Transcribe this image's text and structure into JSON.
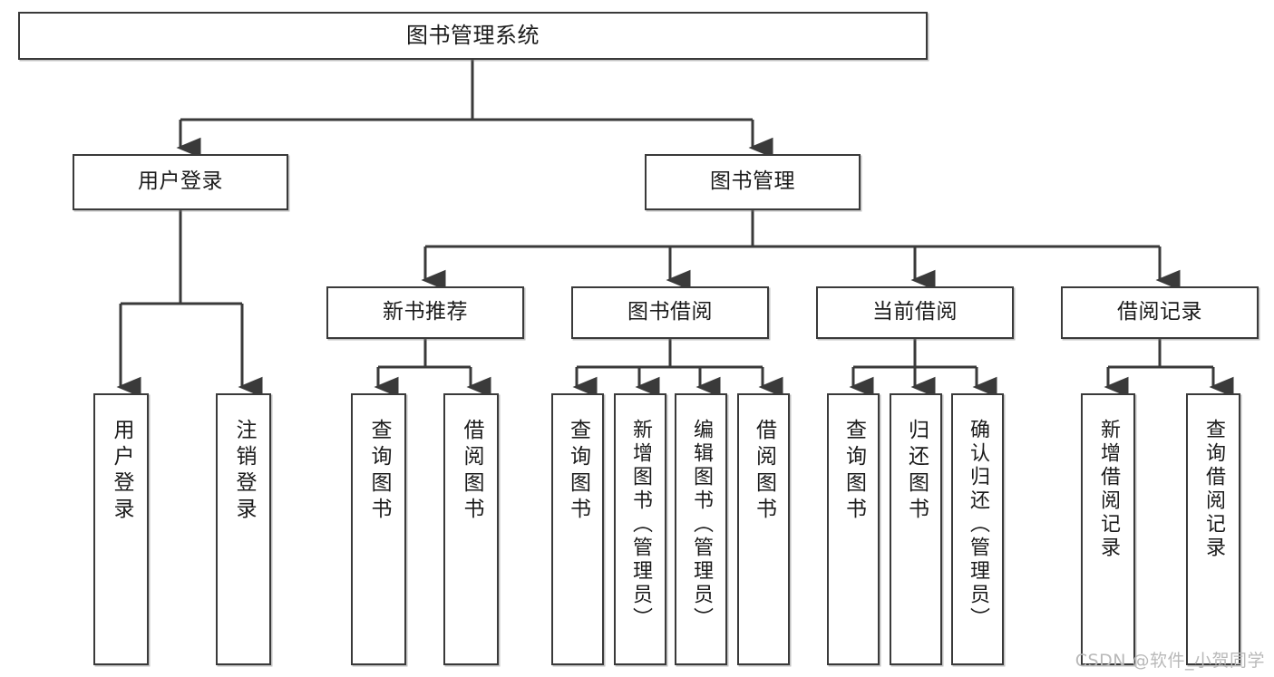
{
  "diagram": {
    "title": "图书管理系统",
    "type": "tree",
    "watermark": "CSDN @软件_小贺同学",
    "colors": {
      "node_border": "#3a3a3a",
      "node_fill": "#ffffff",
      "connector": "#3a3a3a",
      "text": "#1b1b1b",
      "watermark": "#b9b9b9"
    },
    "levels": [
      {
        "level": 1,
        "nodes": [
          {
            "id": "root",
            "label": "图书管理系统",
            "orientation": "horizontal"
          }
        ]
      },
      {
        "level": 2,
        "nodes": [
          {
            "id": "login",
            "label": "用户登录",
            "orientation": "horizontal",
            "parent": "root"
          },
          {
            "id": "bookmgmt",
            "label": "图书管理",
            "orientation": "horizontal",
            "parent": "root"
          }
        ]
      },
      {
        "level": 3,
        "nodes": [
          {
            "id": "newrec",
            "label": "新书推荐",
            "orientation": "horizontal",
            "parent": "bookmgmt"
          },
          {
            "id": "borrow",
            "label": "图书借阅",
            "orientation": "horizontal",
            "parent": "bookmgmt"
          },
          {
            "id": "current",
            "label": "当前借阅",
            "orientation": "horizontal",
            "parent": "bookmgmt"
          },
          {
            "id": "records",
            "label": "借阅记录",
            "orientation": "horizontal",
            "parent": "bookmgmt"
          }
        ]
      },
      {
        "level": 4,
        "nodes": [
          {
            "id": "leaf1",
            "label": "用户登录",
            "orientation": "vertical",
            "parent": "login"
          },
          {
            "id": "leaf2",
            "label": "注销登录",
            "orientation": "vertical",
            "parent": "login"
          },
          {
            "id": "leaf3",
            "label": "查询图书",
            "orientation": "vertical",
            "parent": "newrec"
          },
          {
            "id": "leaf4",
            "label": "借阅图书",
            "orientation": "vertical",
            "parent": "newrec"
          },
          {
            "id": "leaf5",
            "label": "查询图书",
            "orientation": "vertical",
            "parent": "borrow"
          },
          {
            "id": "leaf6",
            "label": "新增图书（管理员）",
            "orientation": "vertical",
            "parent": "borrow"
          },
          {
            "id": "leaf7",
            "label": "编辑图书（管理员）",
            "orientation": "vertical",
            "parent": "borrow"
          },
          {
            "id": "leaf8",
            "label": "借阅图书",
            "orientation": "vertical",
            "parent": "borrow"
          },
          {
            "id": "leaf9",
            "label": "查询图书",
            "orientation": "vertical",
            "parent": "current"
          },
          {
            "id": "leaf10",
            "label": "归还图书",
            "orientation": "vertical",
            "parent": "current"
          },
          {
            "id": "leaf11",
            "label": "确认归还（管理员）",
            "orientation": "vertical",
            "parent": "current"
          },
          {
            "id": "leaf12",
            "label": "新增借阅记录",
            "orientation": "vertical",
            "parent": "records"
          },
          {
            "id": "leaf13",
            "label": "查询借阅记录",
            "orientation": "vertical",
            "parent": "records"
          }
        ]
      }
    ]
  }
}
